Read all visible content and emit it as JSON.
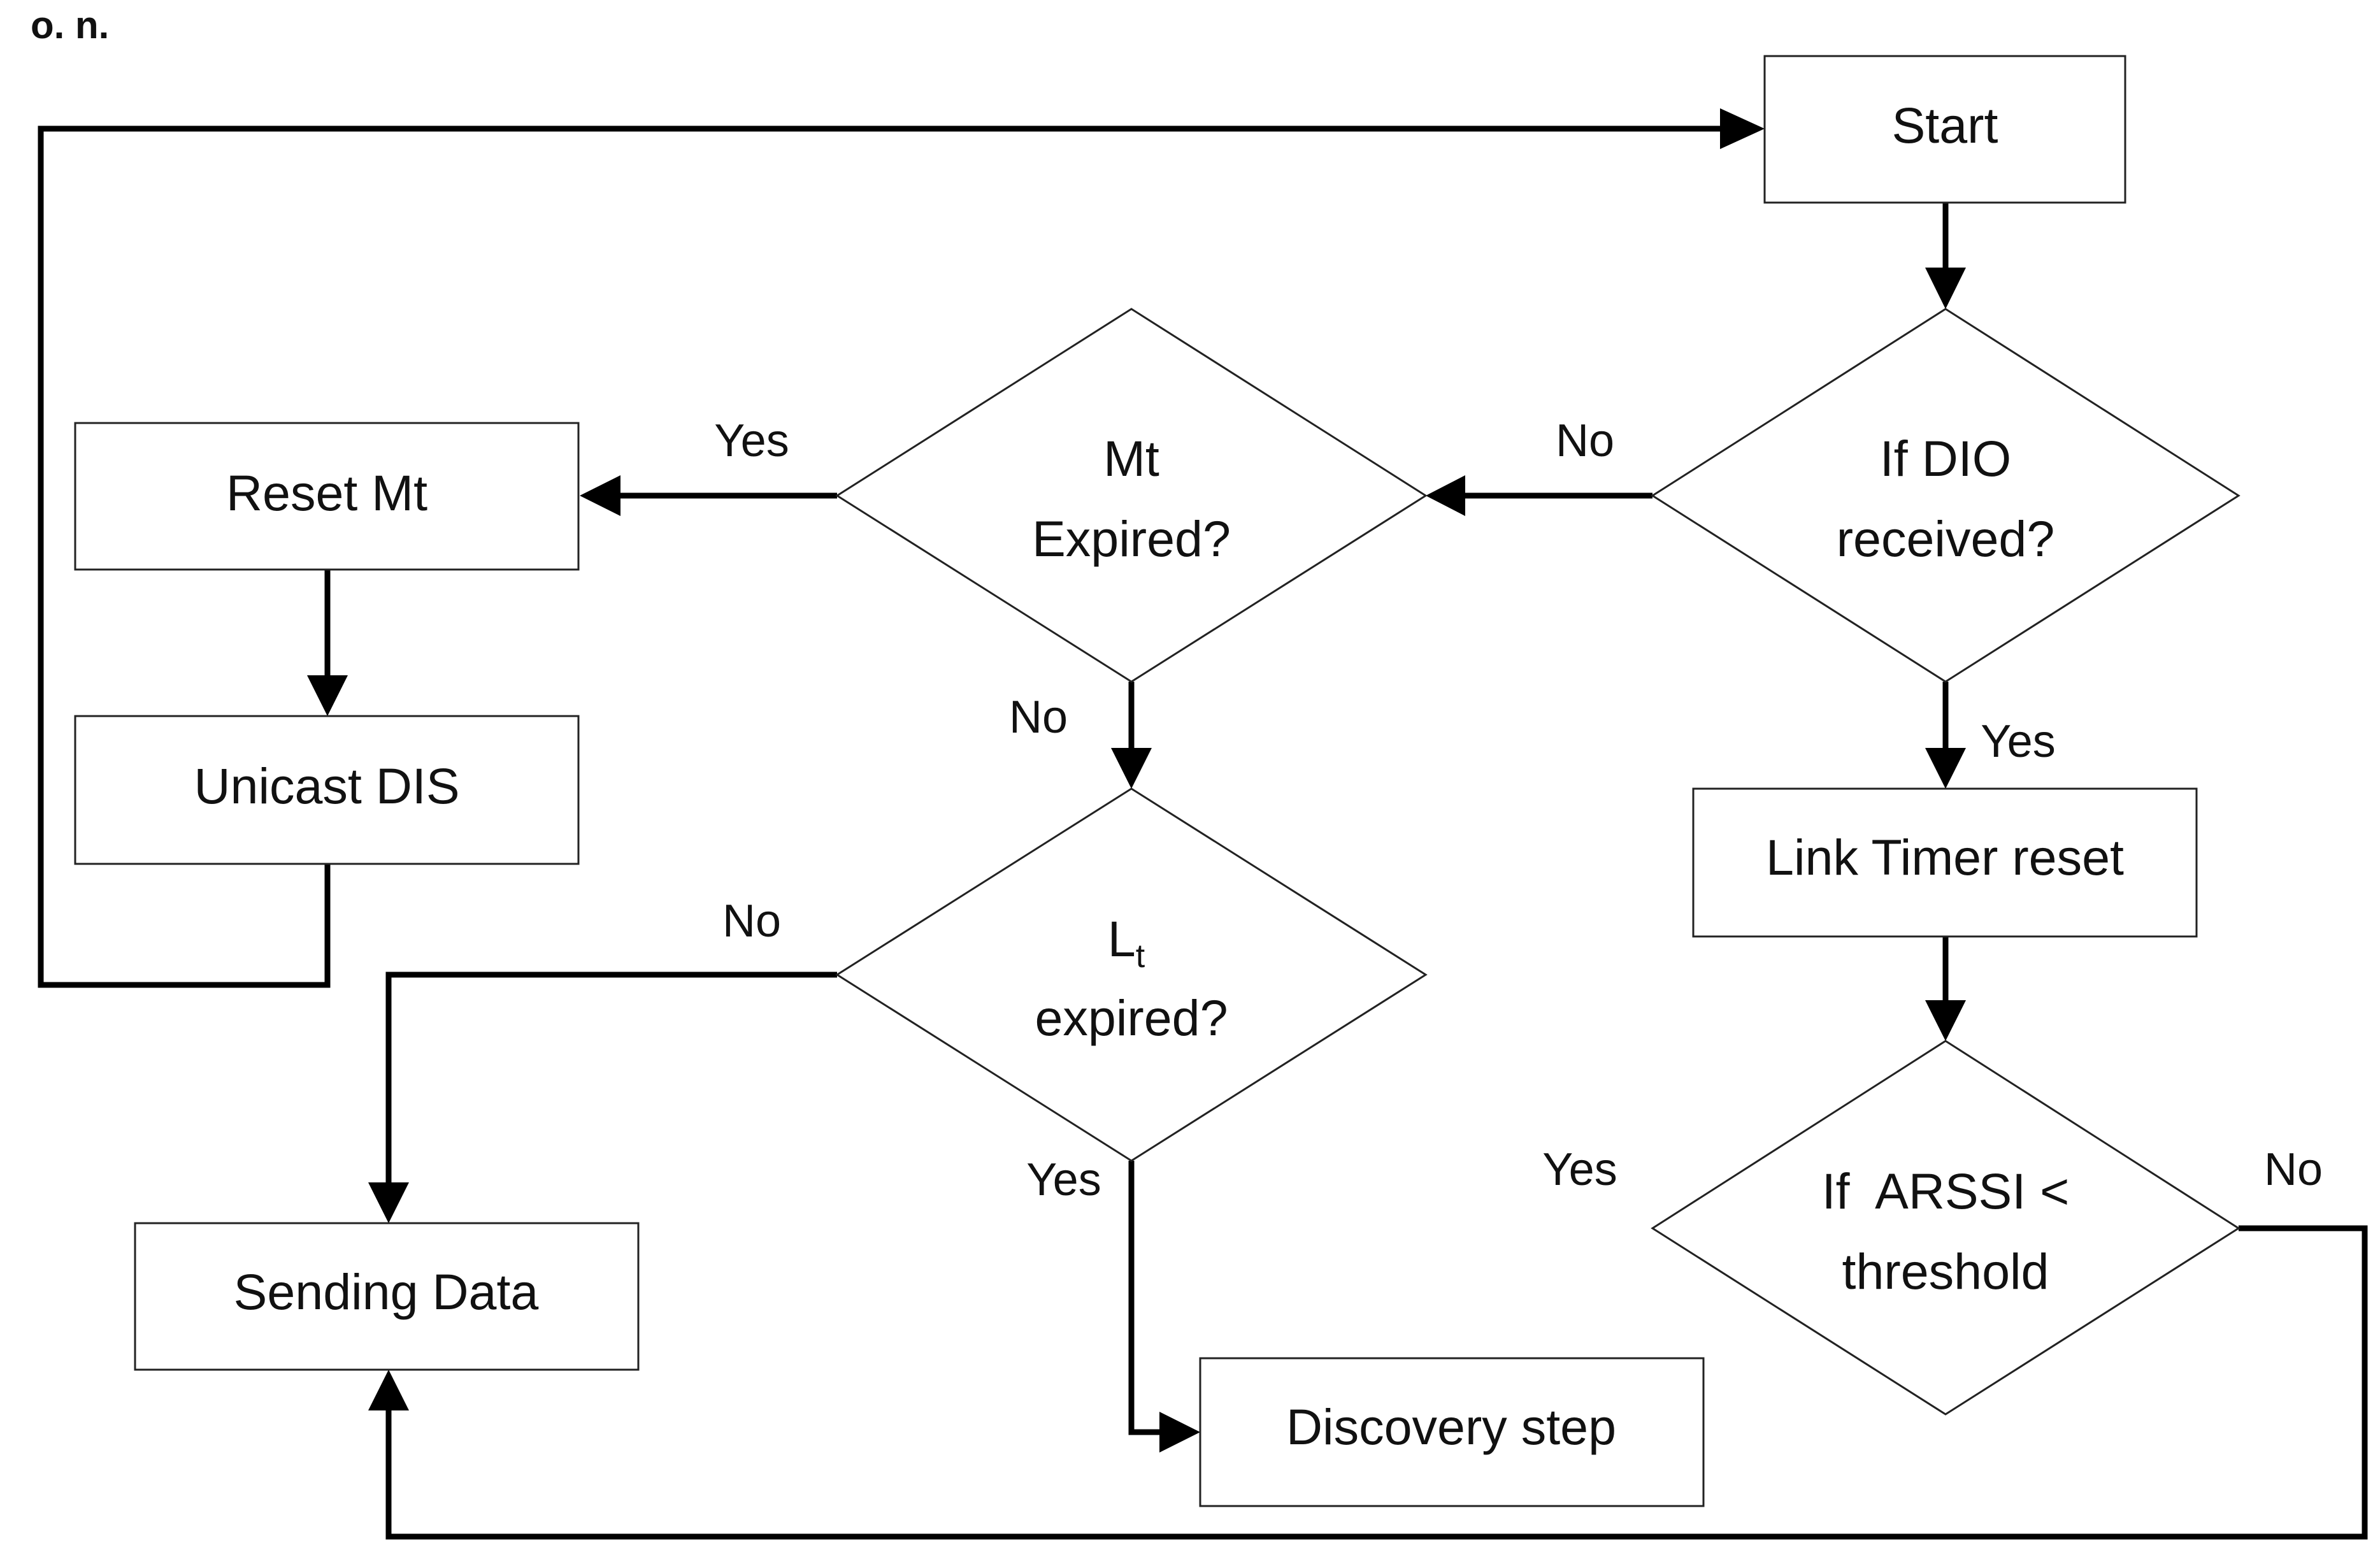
{
  "header_fragment": "o. n.",
  "nodes": {
    "start": "Start",
    "if_dio": [
      "If DIO",
      "received?"
    ],
    "mt_expired": [
      "Mt",
      "Expired?"
    ],
    "reset_mt": "Reset Mt",
    "unicast_dis": "Unicast DIS",
    "lt_expired": {
      "main": "L",
      "sub": "t",
      "line2": "expired?"
    },
    "link_timer": "Link Timer reset",
    "arssi": [
      "If  ARSSI <",
      "threshold"
    ],
    "sending_data": "Sending Data",
    "discovery": "Discovery step"
  },
  "edge_labels": {
    "dio_no": "No",
    "dio_yes": "Yes",
    "mt_yes": "Yes",
    "mt_no": "No",
    "lt_no": "No",
    "lt_yes": "Yes",
    "arssi_yes": "Yes",
    "arssi_no": "No"
  }
}
